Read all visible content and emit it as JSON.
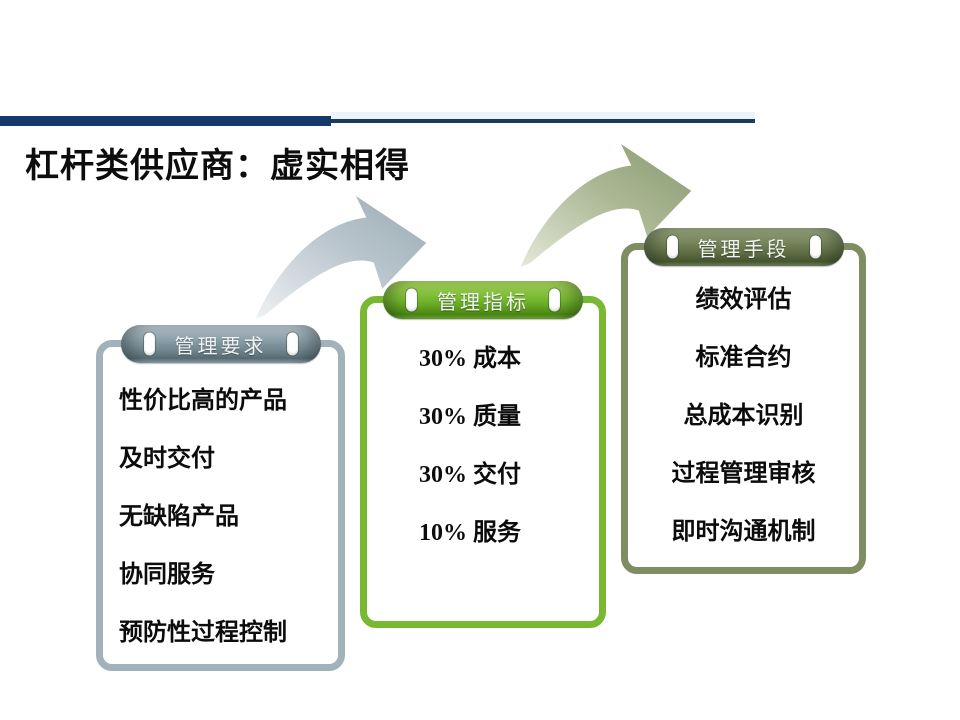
{
  "slide": {
    "title": "杠杆类供应商：虚实相得"
  },
  "panels": [
    {
      "id": "management-requirements",
      "header": "管理要求",
      "items": [
        "性价比高的产品",
        "及时交付",
        "无缺陷产品",
        "协同服务",
        "预防性过程控制"
      ]
    },
    {
      "id": "management-indicators",
      "header": "管理指标",
      "items": [
        "30% 成本",
        "30% 质量",
        "30% 交付",
        "10% 服务"
      ]
    },
    {
      "id": "management-methods",
      "header": "绩效评估",
      "header_label": "管理手段",
      "items": [
        "绩效评估",
        "标准合约",
        "总成本识别",
        "过程管理审核",
        "即时沟通机制"
      ]
    }
  ],
  "colors": {
    "top_bar_navy": "#14396a",
    "divider_line": "#1d3a61",
    "panel_requirements_border": "#a2b2ba",
    "panel_indicators_border": "#79b832",
    "panel_methods_border": "#7f8d62",
    "capsule_gray": "#8096a0",
    "capsule_green": "#76b82f",
    "capsule_olive": "#6d7c50",
    "arrow_gray": "#9fb0ba",
    "arrow_olive": "#8a9a72"
  }
}
